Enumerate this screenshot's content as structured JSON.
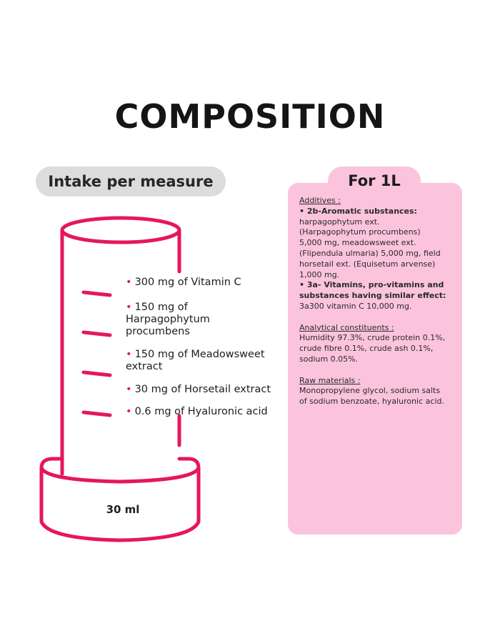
{
  "title": "COMPOSITION",
  "intake": {
    "label": "Intake per measure",
    "volume": "30 ml",
    "ingredients": [
      [
        "300 mg of Vitamin C"
      ],
      [
        "150 mg of",
        "Harpagophytum",
        "procumbens"
      ],
      [
        "150 mg of Meadowsweet",
        "extract"
      ],
      [
        "30 mg of Horsetail extract"
      ],
      [
        "0.6 mg of Hyaluronic acid"
      ]
    ]
  },
  "colors": {
    "accent": "#e5175c",
    "panel": "#fcc4dc",
    "pill": "#dcdcdc"
  },
  "panel": {
    "tab_label": "For 1L",
    "additives_heading": "Additives :",
    "aromatic_heading": "• 2b-Aromatic substances:",
    "aromatic_lines": [
      "harpagophytum ext.",
      "(Harpagophytum procumbens)",
      "5,000 mg, meadowsweet ext.",
      "(Flipendula ulmaria) 5,000 mg, field",
      "horsetail ext. (Equisetum arvense)",
      "1,000 mg."
    ],
    "vitamins_heading": [
      "• 3a- Vitamins, pro-vitamins and",
      "substances having similar effect:"
    ],
    "vitamins_line": "3a300 vitamin C 10,000 mg.",
    "analytical_heading": "Analytical constituents :",
    "analytical_lines": [
      "Humidity 97.3%, crude protein 0.1%,",
      "crude fibre 0.1%, crude ash 0.1%,",
      "sodium 0.05%."
    ],
    "raw_heading": "Raw materials :",
    "raw_lines": [
      "Monopropylene glycol, sodium salts",
      "of sodium benzoate, hyaluronic acid."
    ]
  }
}
